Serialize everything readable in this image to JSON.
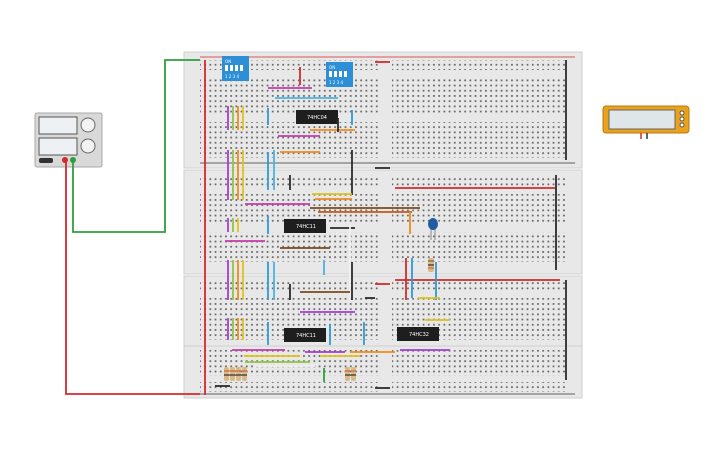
{
  "chips": [
    {
      "label": "74HC04"
    },
    {
      "label": "74HC11"
    },
    {
      "label": "74HC11"
    },
    {
      "label": "74HC32"
    }
  ],
  "dip_switches": [
    {
      "on_label": "ON",
      "numbers": "1 2 3 4"
    },
    {
      "on_label": "ON",
      "numbers": "1 2 3 4"
    }
  ],
  "colors": {
    "breadboard": "#e9e9e9",
    "power_red": "#d42a2a",
    "ground_black": "#2b2b2b",
    "wire_green": "#2f9e3a",
    "dip_blue": "#2d8fd6",
    "chip_black": "#1e1e1e",
    "led_blue": "#1f5d9e",
    "display_gold": "#e8a21c"
  }
}
